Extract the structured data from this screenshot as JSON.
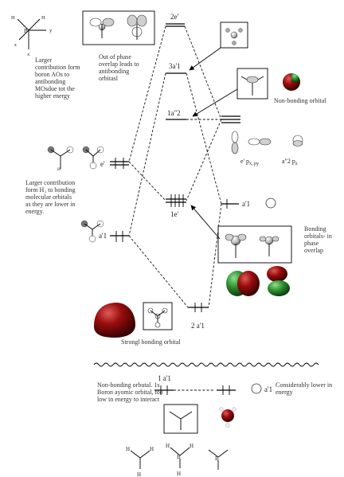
{
  "axes": {
    "z": "z",
    "y": "y",
    "x": "x",
    "atom_b": "B",
    "atom_h1": "H",
    "atom_h2": "H",
    "atom_h3": "H"
  },
  "levels": {
    "e2": "2e'",
    "a3": "3a'1",
    "a2pp": "1a\"2",
    "e_left": "e'",
    "e1": "1e'",
    "a1_left": "a'1",
    "a1_right": "a'1",
    "a1_2": "2 a'1",
    "a1_1": "1 a'1",
    "a1_core": "a'1"
  },
  "notes": {
    "boron_ao": [
      "Larger",
      "contribution form",
      "boron AOs  to",
      "antibonding",
      "MOsdue tot the",
      "higher energy"
    ],
    "out_phase": [
      "Out of phase",
      "overlap leads to",
      "antibonding",
      "orbitasl"
    ],
    "nonbonding": "Non-bonding orbital",
    "h3_contrib": [
      "Larger contribution",
      "form H₃ to bonding",
      "molecular orbitals",
      "as they are lower in",
      "energy."
    ],
    "bonding_phase": [
      "Bonding",
      "orbitals- in",
      "phase",
      "overlap"
    ],
    "strong_bonding": "Strongl bonding orbital",
    "core": [
      "Non-bonding orbutal. 1s",
      "Boron ayomic orbital, too",
      "low in energy to interact"
    ],
    "lower_energy": [
      "Considerably lower in",
      "energy"
    ]
  },
  "ao_labels": {
    "ep": "e' p",
    "ep_sub": "x, p",
    "ep_sub2": "y",
    "a2": "a\"2 p",
    "a2_sub": "z"
  },
  "molecule_labels": {
    "h": "H",
    "b": "B"
  },
  "colors": {
    "orbital_red": "#9a0d0d",
    "orbital_green": "#2f8f2f",
    "lobe_gray": "#d0d0d0"
  }
}
